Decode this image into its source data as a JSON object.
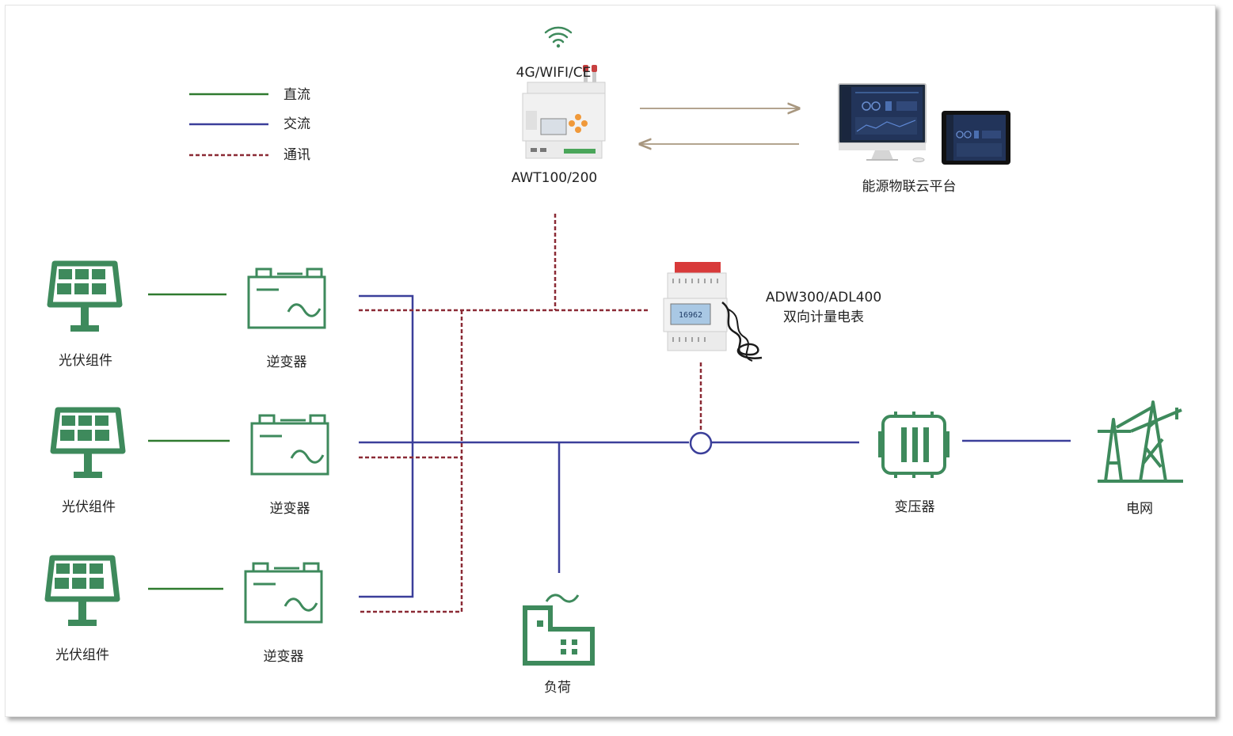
{
  "legend": {
    "dc": "直流",
    "ac": "交流",
    "comm": "通讯"
  },
  "gateway": {
    "wireless": "4G/WIFI/CE",
    "model": "AWT100/200"
  },
  "cloud": {
    "name": "能源物联云平台"
  },
  "meter": {
    "model": "ADW300/ADL400",
    "name": "双向计量电表"
  },
  "meter_reading": "16962",
  "pv_rows": [
    {
      "pv_label": "光伏组件",
      "inverter_label": "逆变器"
    },
    {
      "pv_label": "光伏组件",
      "inverter_label": "逆变器"
    },
    {
      "pv_label": "光伏组件",
      "inverter_label": "逆变器"
    }
  ],
  "load": {
    "label": "负荷"
  },
  "transformer": {
    "label": "变压器"
  },
  "grid": {
    "label": "电网"
  },
  "colors": {
    "dc": "#2f7a2f",
    "ac": "#3b3f9a",
    "comm": "#8b2a35",
    "icon_green": "#3e8a5c",
    "arrow": "#a8977f"
  }
}
